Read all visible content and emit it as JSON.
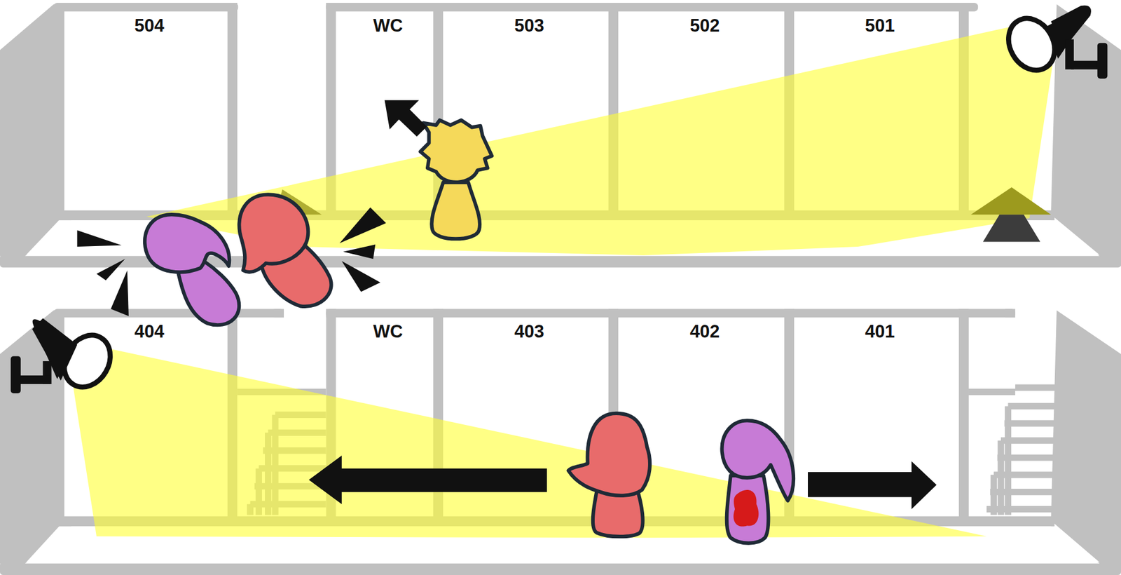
{
  "diagram": {
    "nodes": [
      {
        "text": [
          "504"
        ]
      },
      {
        "text": [
          "WC"
        ]
      },
      {
        "text": [
          "503"
        ]
      },
      {
        "text": [
          "502"
        ]
      },
      {
        "text": [
          "501"
        ]
      },
      {
        "text": [
          "404"
        ]
      },
      {
        "text": [
          "WC"
        ]
      },
      {
        "text": [
          "403"
        ]
      },
      {
        "text": [
          "402"
        ]
      },
      {
        "text": [
          "401"
        ]
      }
    ]
  }
}
